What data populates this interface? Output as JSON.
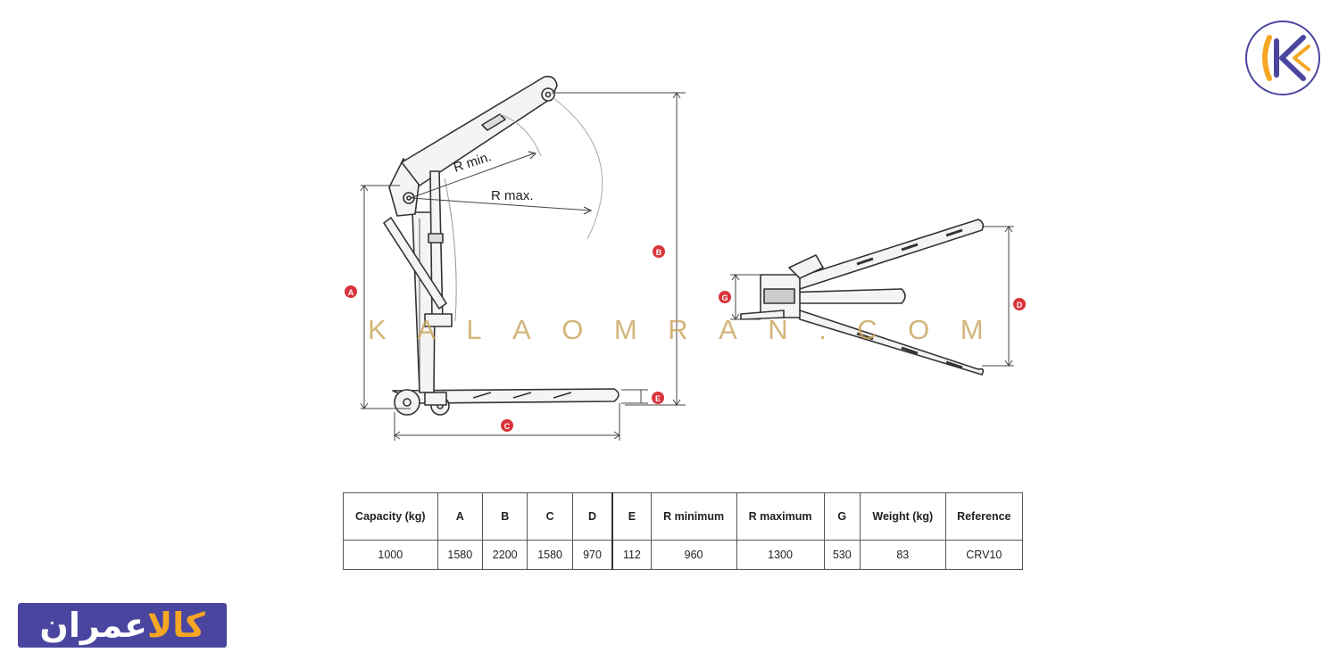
{
  "brand": {
    "watermark": "KALAOMRAN.COM",
    "logo_text_main": "عمران",
    "logo_text_accent": "کالا"
  },
  "colors": {
    "marker": "#d9343b",
    "logo_blue": "#4a46a0",
    "logo_orange": "#f5a623",
    "watermark": "#c9a35a"
  },
  "diagram": {
    "labels": {
      "r_min": "R min.",
      "r_max": "R max.",
      "a": "A",
      "b": "B",
      "c": "C",
      "d": "D",
      "e": "E",
      "g": "G"
    }
  },
  "table": {
    "headers": [
      "Capacity (kg)",
      "A",
      "B",
      "C",
      "D",
      "E",
      "R minimum",
      "R maximum",
      "G",
      "Weight (kg)",
      "Reference"
    ],
    "rows": [
      [
        "1000",
        "1580",
        "2200",
        "1580",
        "970",
        "112",
        "960",
        "1300",
        "530",
        "83",
        "CRV10"
      ]
    ]
  }
}
